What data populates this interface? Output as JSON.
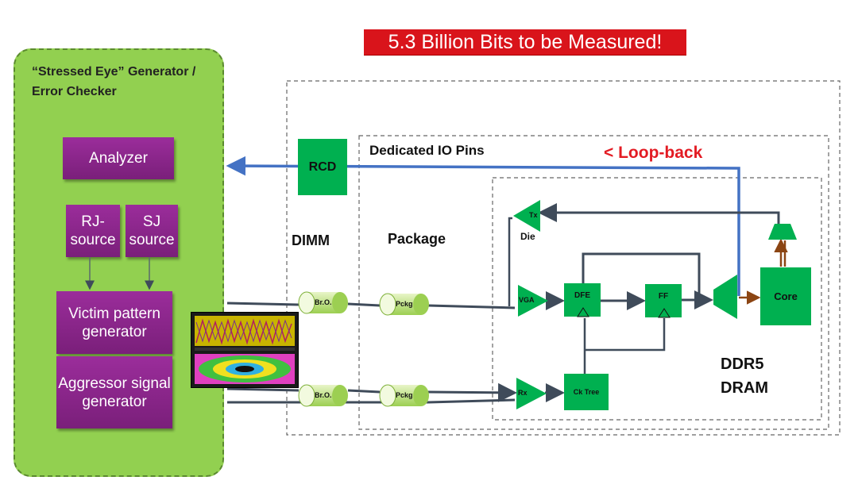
{
  "title": "5.3 Billion Bits to be Measured!",
  "generator": {
    "title": "“Stressed Eye” Generator / Error Checker",
    "analyzer": "Analyzer",
    "rj_source": "RJ- source",
    "sj_source": "SJ source",
    "victim": "Victim pattern generator",
    "aggressor": "Aggressor signal generator"
  },
  "labels": {
    "rcd": "RCD",
    "dimm": "DIMM",
    "package": "Package",
    "dedicated_io": "Dedicated IO Pins",
    "loopback": "< Loop-back",
    "die": "Die",
    "ddr5": "DDR5",
    "dram": "DRAM",
    "br_o_1": "Br.O.",
    "br_o_2": "Br.O.",
    "pckg_1": "Pckg",
    "pckg_2": "Pckg",
    "tx": "Tx",
    "vga": "VGA",
    "dfe": "DFE",
    "ff": "FF",
    "core": "Core",
    "rx": "Rx",
    "ck_tree": "Ck Tree"
  },
  "colors": {
    "panel_green": "#92d050",
    "block_green": "#00b050",
    "block_purple": "#8b258b",
    "banner_red": "#d9141b",
    "loopback_blue": "#4472c4",
    "wire_gray": "#3f4b5a"
  }
}
